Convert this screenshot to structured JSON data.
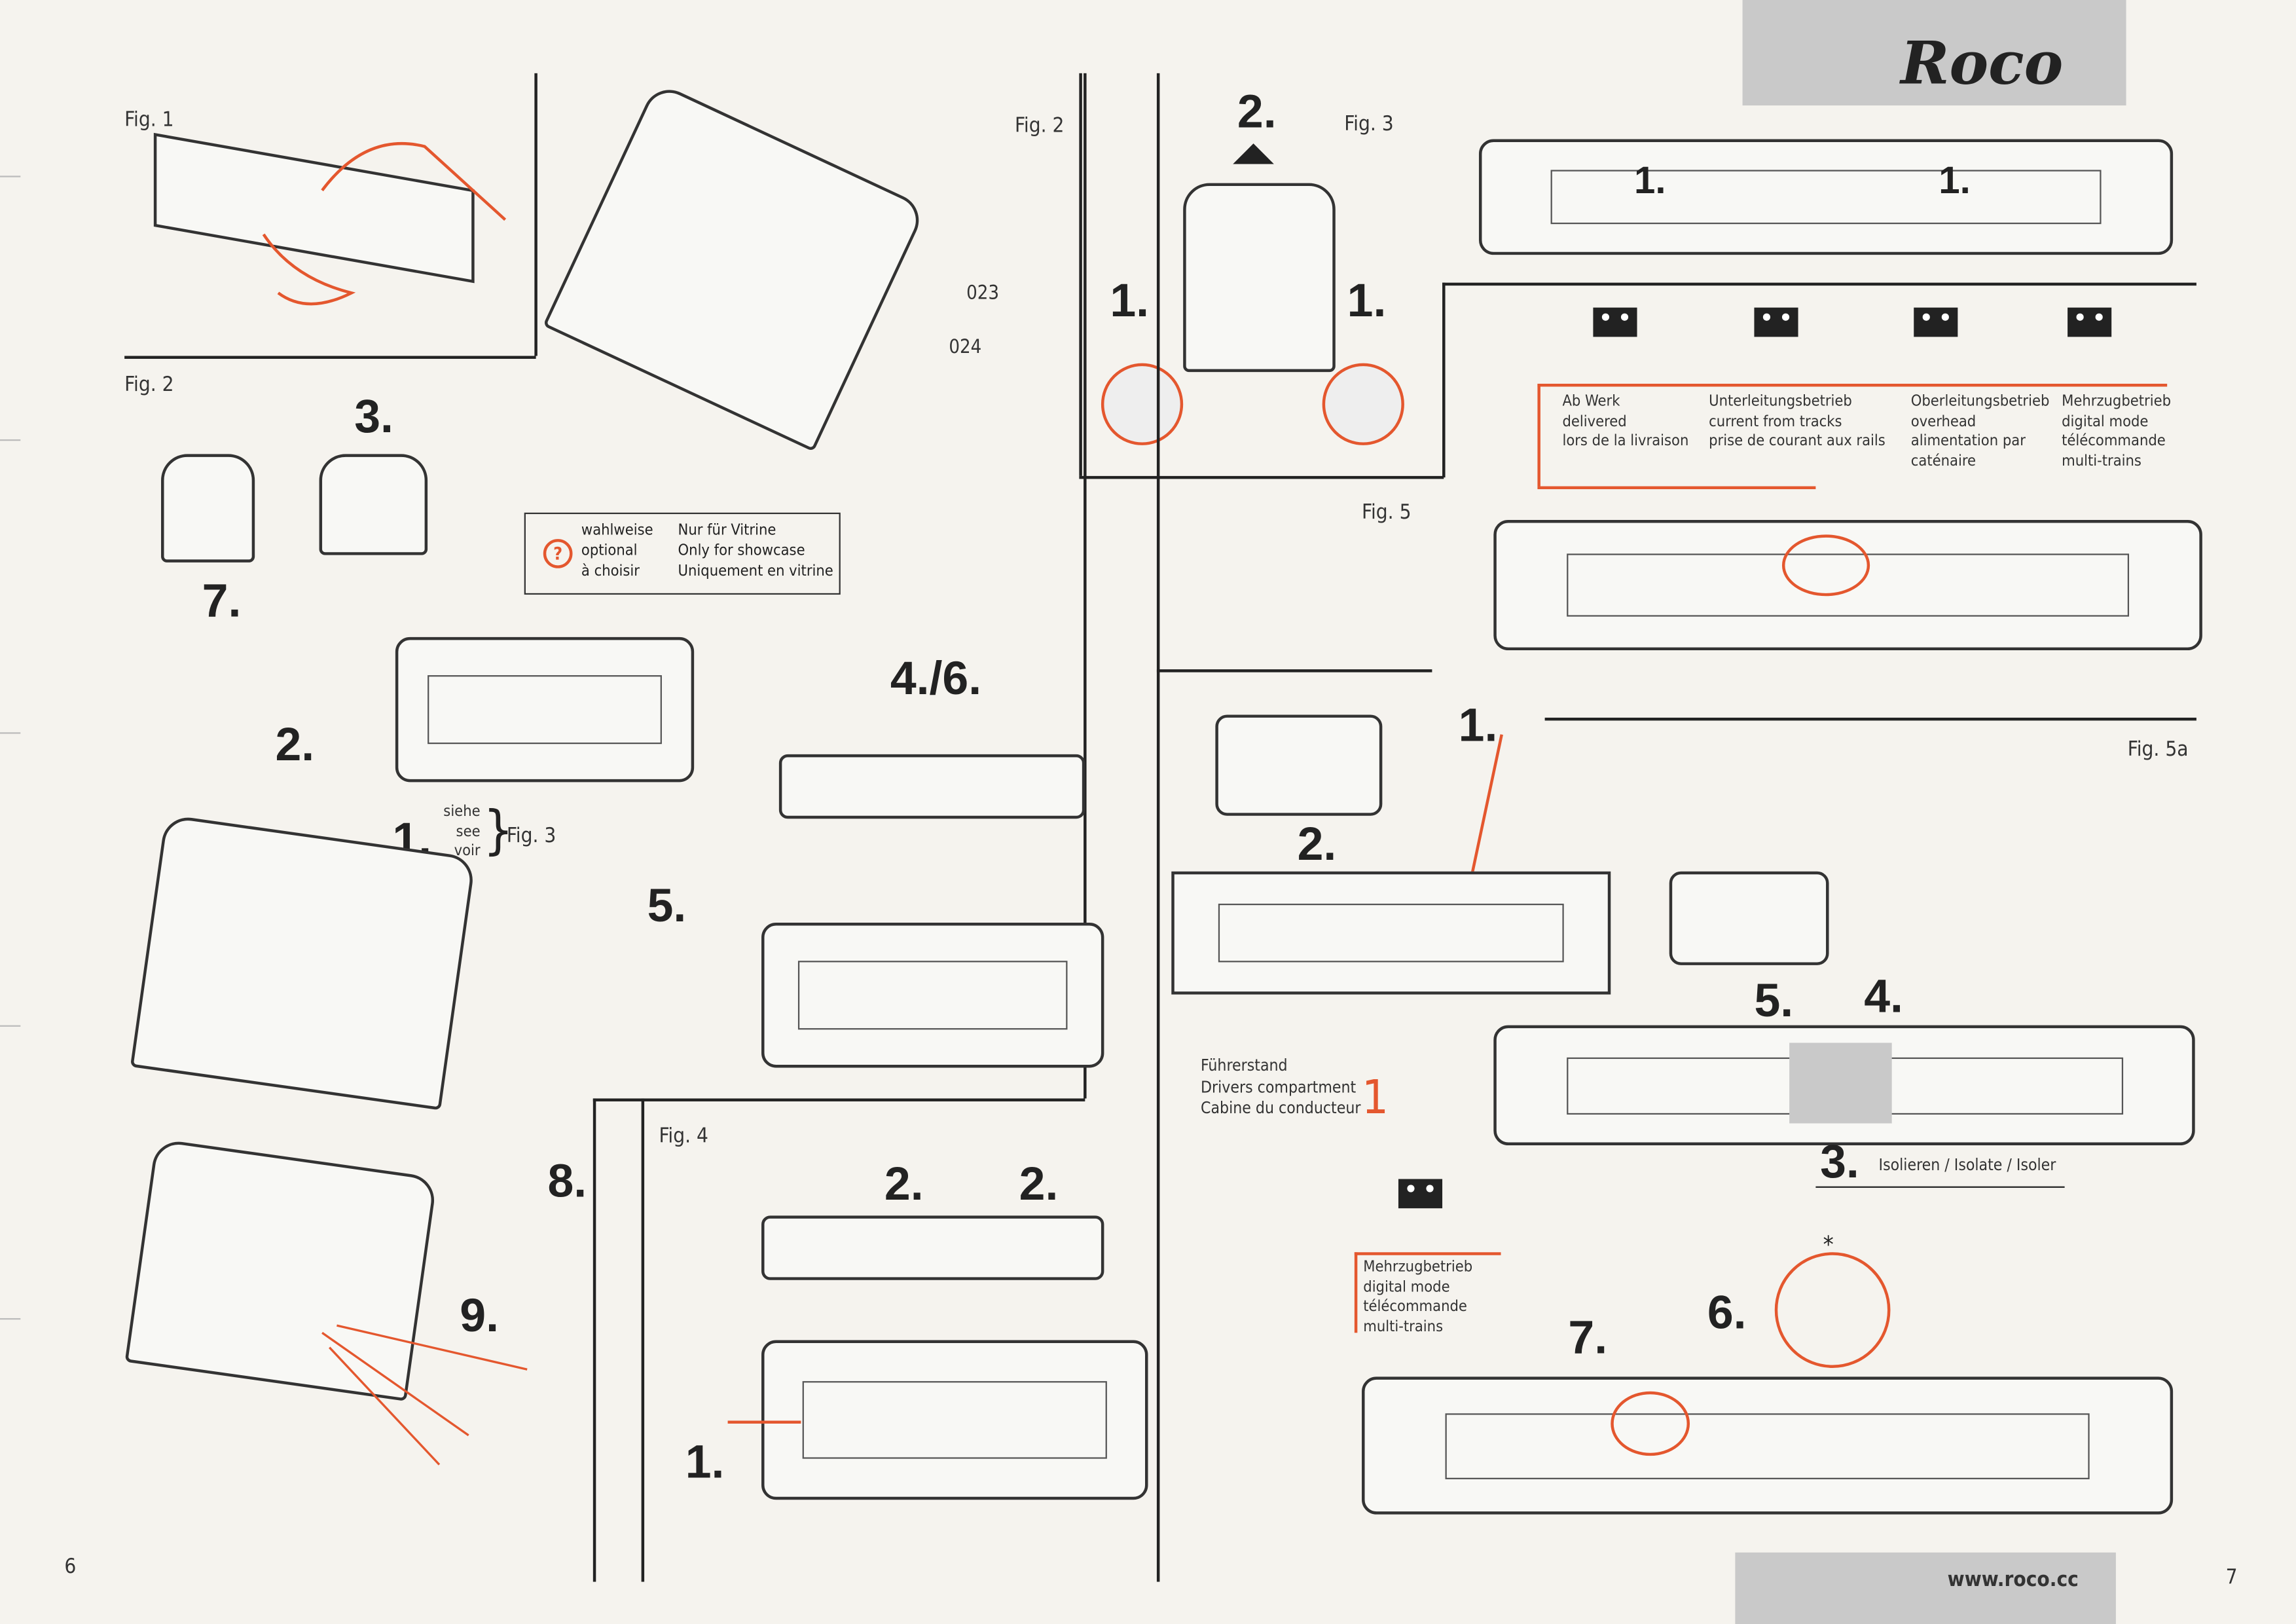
{
  "left_page": {
    "page_number": "6",
    "fig1_label": "Fig. 1",
    "fig2_top_label": "Fig. 2",
    "fig2_label": "Fig. 2",
    "codes": [
      "023",
      "024"
    ],
    "steps": {
      "s3": "3.",
      "s7": "7.",
      "s2": "2.",
      "s1": "1.",
      "s46": "4./6.",
      "s5": "5.",
      "s8": "8.",
      "s9": "9."
    },
    "see_fig3": {
      "lines": [
        "siehe",
        "see",
        "voir"
      ],
      "target": "Fig. 3"
    },
    "optional_note": {
      "icon": "question-circle-icon",
      "left": [
        "wahlweise",
        "optional",
        "à choisir"
      ],
      "right": [
        "Nur für Vitrine",
        "Only for showcase",
        "Uniquement en vitrine"
      ]
    },
    "fig4": {
      "label": "Fig. 4",
      "steps": [
        "2.",
        "2.",
        "1."
      ]
    }
  },
  "right_page": {
    "page_number": "7",
    "logo": "Roco",
    "website": "www.roco.cc",
    "fig3": {
      "label": "Fig. 3",
      "steps": [
        "2.",
        "1.",
        "1.",
        "1.",
        "1."
      ]
    },
    "modes": [
      {
        "de": "Ab Werk",
        "en": "delivered",
        "fr": "lors de la livraison"
      },
      {
        "de": "Unterleitungsbetrieb",
        "en": "current from tracks",
        "fr": "prise de courant aux rails"
      },
      {
        "de": "Oberleitungsbetrieb",
        "en": "overhead",
        "fr": "alimentation par caténaire"
      },
      {
        "de": "Mehrzugbetrieb",
        "en": "digital mode",
        "fr": "télécommande multi-trains"
      }
    ],
    "fig5_label": "Fig. 5",
    "fig5a": {
      "label": "Fig. 5a",
      "steps": {
        "s1": "1.",
        "s2": "2.",
        "s3": "3.",
        "s4": "4.",
        "s5": "5.",
        "s6": "6.",
        "s7": "7."
      },
      "isolate": "Isolieren / Isolate / Isoler",
      "cab": [
        "Führerstand",
        "Drivers compartment",
        "Cabine du conducteur"
      ],
      "cab_number": "1",
      "digital": [
        "Mehrzugbetrieb",
        "digital mode",
        "télécommande",
        "multi-trains"
      ],
      "asterisk": "*"
    }
  },
  "colors": {
    "accent": "#e4572e",
    "ink": "#222222",
    "band": "#c9c9c9"
  }
}
